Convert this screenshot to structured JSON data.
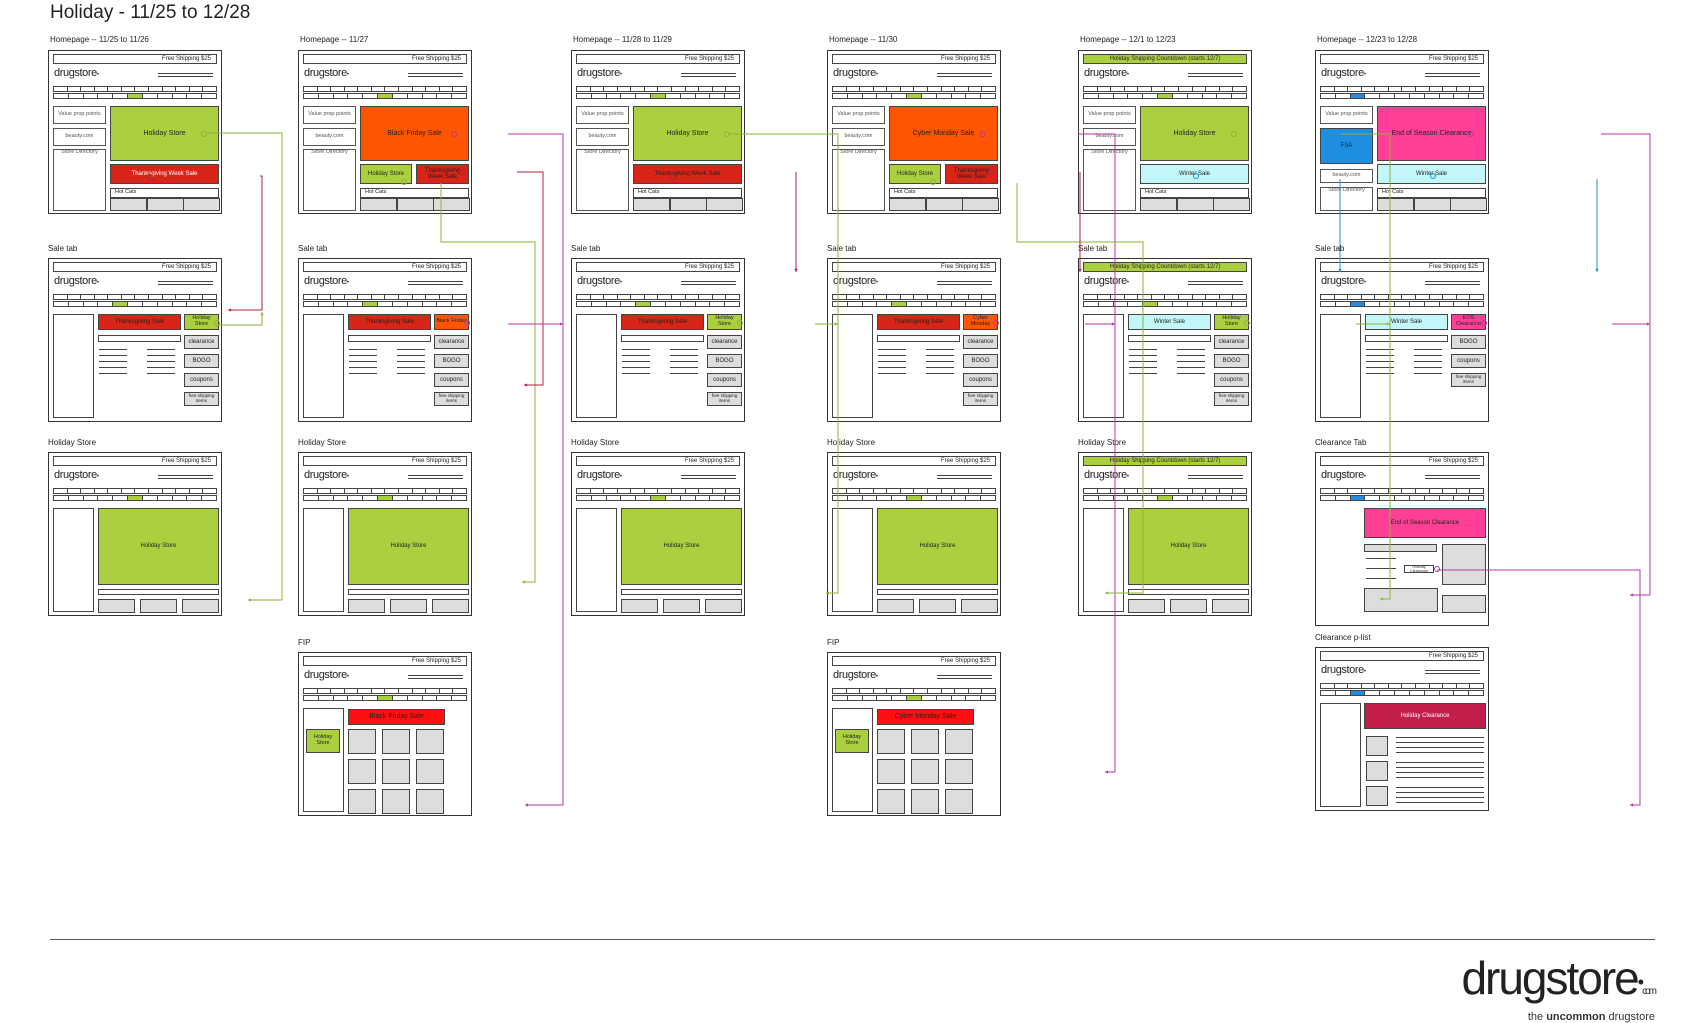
{
  "title": "Holiday - 11/25 to 12/28",
  "columns": [
    {
      "homepage": "Homepage -- 11/25 to 11/26",
      "sale": "Sale tab",
      "holiday": "Holiday Store",
      "extra": ""
    },
    {
      "homepage": "Homepage -- 11/27",
      "sale": "Sale tab",
      "holiday": "Holiday Store",
      "extra": "FIP"
    },
    {
      "homepage": "Homepage -- 11/28 to 11/29",
      "sale": "Sale tab",
      "holiday": "Holiday Store",
      "extra": ""
    },
    {
      "homepage": "Homepage -- 11/30",
      "sale": "Sale tab",
      "holiday": "Holiday Store",
      "extra": "FIP"
    },
    {
      "homepage": "Homepage -- 12/1 to 12/23",
      "sale": "Sale tab",
      "holiday": "Holiday Store",
      "extra": ""
    },
    {
      "homepage": "Homepage -- 12/23 to 12/28",
      "sale": "Sale tab",
      "holiday": "Clearance Tab",
      "extra": "Clearance p-list"
    }
  ],
  "common": {
    "free_shipping": "Free Shipping $25",
    "countdown": "Holiday Shipping Countdown (starts 12/7)",
    "value_prop": "Value prop points",
    "beauty": "beauty.com",
    "store_directory": "Store Directory",
    "hot_cats": "Hot Cats",
    "logo_small": "drugstore",
    "clearance": "clearance",
    "bogo": "BOGO",
    "coupons": "coupons",
    "free_shipping_items": "free shipping items"
  },
  "promos": {
    "holiday_store": "Holiday Store",
    "thanksgiving_week_sale": "Thanksgiving Week Sale",
    "black_friday_sale": "Black Friday Sale",
    "cyber_monday_sale": "Cyber Monday Sale",
    "thanksgiving_sale": "Thanksgiving Sale",
    "black_friday": "Black Friday",
    "cyber_monday": "Cyber Monday",
    "winter_sale": "Winter Sale",
    "end_of_season_clearance": "End of Season Clearance",
    "fsa": "FSA",
    "eos_clearance": "EOS Clearance",
    "holiday_clearance": "Holiday Clearance"
  },
  "colors": {
    "green": "#aad040",
    "red": "#d92418",
    "orange": "#ff5500",
    "bright_red": "#ff1010",
    "cyan": "#c2f6f9",
    "pink": "#ff3f96",
    "blue": "#1e8fe0",
    "crimson": "#c11f4a",
    "connector_green": "#8db33a",
    "connector_red": "#b0203a",
    "connector_purple": "#b03aa0",
    "connector_blue": "#1e8fe0"
  },
  "brand": {
    "logo": "drugstore",
    "logo_suffix": "com",
    "tagline_pre": "the ",
    "tagline_bold": "uncommon",
    "tagline_post": " drugstore"
  }
}
